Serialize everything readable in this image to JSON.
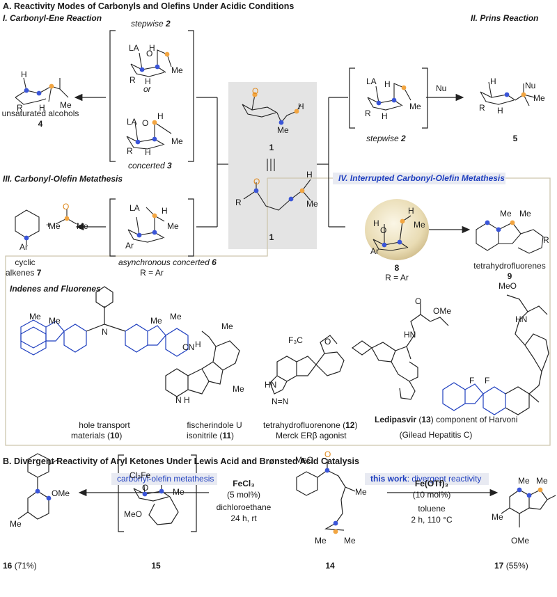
{
  "colors": {
    "blue": "#1f3fbf",
    "orange": "#f2a541",
    "frame": "#cdc5ad",
    "box": "#e4e4e4",
    "label_bg": "#e8eaf2"
  },
  "section_a": {
    "title": "A. Reactivity Modes of Carbonyls and Olefins Under Acidic Conditions",
    "ene_title": "I. Carbonyl-Ene Reaction",
    "prins_title": "II. Prins Reaction",
    "metathesis_title": "III. Carbonyl-Olefin Metathesis",
    "interrupted_title": "IV. Interrupted Carbonyl-Olefin Metathesis",
    "stepwise": "stepwise",
    "num_2": "2",
    "or": "or",
    "concerted": "concerted",
    "num_3": "3",
    "unsat_alcohols": "unsaturated alcohols",
    "num_4": "4",
    "num_1_top": "1",
    "num_1_bottom": "1",
    "stepwise_prins": "stepwise",
    "num_2_prins": "2",
    "num_5": "5",
    "nu_label": "Nu",
    "async": "asynchronous",
    "concerted6": "concerted",
    "num_6": "6",
    "r_ar_6": "R = Ar",
    "cyclic": "cyclic",
    "alkenes": "alkenes",
    "num_7": "7",
    "plus": "+",
    "num_8": "8",
    "r_ar_8": "R = Ar",
    "thf": "tetrahydrofluorenes",
    "num_9": "9",
    "atoms": {
      "la": "LA",
      "o": "O",
      "h": "H",
      "r": "R",
      "me": "Me",
      "ar": "Ar",
      "nu": "Nu"
    },
    "indenes_title": "Indenes and Fluorenes",
    "c10_a": "hole transport",
    "c10_b": "materials (",
    "c10_n": "10",
    "c11_a": "fischerindole U",
    "c11_b": "isonitrile (",
    "c11_n": "11",
    "c12_a": "tetrahydrofluorenone (",
    "c12_n": "12",
    "c12_b": "Merck ERβ agonist",
    "c13_name": "Ledipasvir",
    "c13_n": "13",
    "c13_rest": "component of Harvoni",
    "c13_b": "(Gilead Hepatitis C)",
    "mol_atoms": {
      "cn": "CN",
      "nh": "N H",
      "h": "H",
      "f3c": "F₃C",
      "o": "O",
      "hn": "HN",
      "nn": "N=N",
      "f": "F",
      "meo": "MeO",
      "ome": "OMe",
      "n": "N"
    }
  },
  "section_b": {
    "title": "B. Divergent Reactivity of Aryl Ketones Under Lewis Acid and Brønsted Acid Catalysis",
    "label_metathesis": "carbonyl-olefin metathesis",
    "label_this_work": "this work",
    "label_divergent": ": divergent reactivity",
    "fecl3": "FeCl₃",
    "fecl3_loading": "(5 mol%)",
    "solvent1": "dichloroethane",
    "time1": "24 h, rt",
    "feotf": "Fe(OTf)₃",
    "feotf_loading": "(10 mol%)",
    "solvent2": "toluene",
    "time2": "2 h, 110 °C",
    "num_16": "16",
    "yield_16": "(71%)",
    "num_15": "15",
    "num_14": "14",
    "num_17": "17",
    "yield_17": "(55%)",
    "atoms": {
      "ome": "OMe",
      "meo": "MeO",
      "me": "Me",
      "cl3fe": "Cl₃Fe",
      "o": "O"
    }
  }
}
